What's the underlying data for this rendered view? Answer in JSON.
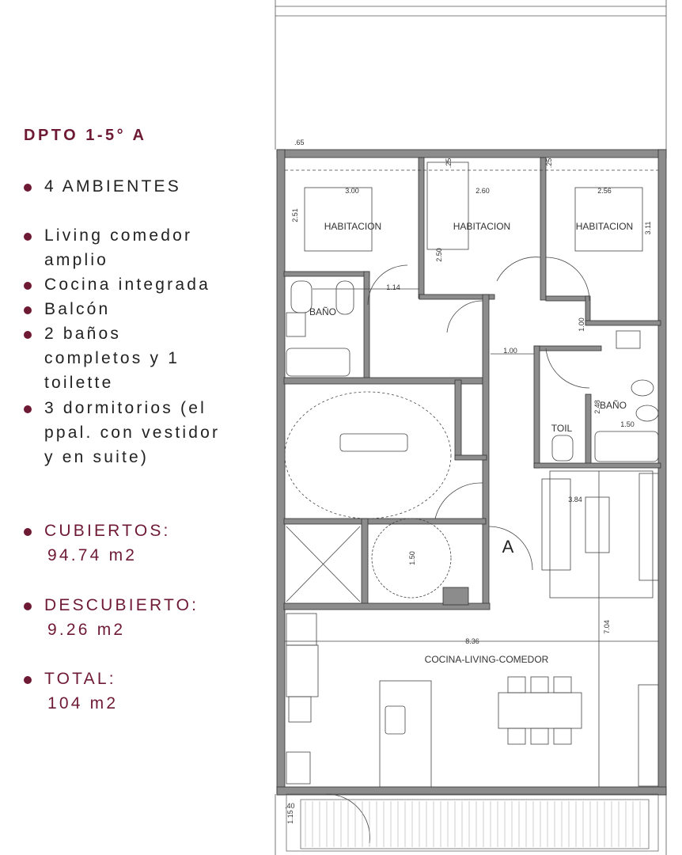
{
  "listing": {
    "title": "DPTO 1-5° A",
    "features": [
      [
        "4 AMBIENTES"
      ],
      [
        "Living comedor",
        "amplio"
      ],
      [
        "Cocina integrada"
      ],
      [
        "Balcón"
      ],
      [
        "2 baños",
        "completos y 1",
        "toilette"
      ],
      [
        "3 dormitorios (el",
        "ppal. con vestidor",
        "y en suite)"
      ]
    ],
    "areas": [
      {
        "label": "CUBIERTOS:",
        "value": "94.74 m2"
      },
      {
        "label": "DESCUBIERTO:",
        "value": "9.26 m2"
      },
      {
        "label": "TOTAL:",
        "value": "104 m2"
      }
    ],
    "accent_color": "#6e1a34"
  },
  "plan": {
    "rooms": {
      "bedroom1": "HABITACION",
      "bedroom2": "HABITACION",
      "bedroom3": "HABITACION",
      "bath1": "BAÑO",
      "bath2": "BAÑO",
      "toilet": "TOIL",
      "living": "COCINA-LIVING-COMEDOR",
      "unit": "A"
    },
    "dims": {
      "d065": ".65",
      "d300": "3.00",
      "d260": "2.60",
      "d256": "2.56",
      "d251": "2.51",
      "d250": "2.50",
      "d311": "3.11",
      "d114": "1.14",
      "d100a": "1.00",
      "d100b": "1.00",
      "d248": "2.48",
      "d150": "1.50",
      "d384": "3.84",
      "d704": "7.04",
      "d836": "8.36",
      "d150b": "1.50",
      "d040": ".40",
      "d115": "1.15",
      "d25a": ".25",
      "d25b": ".25"
    },
    "wall_color": "#8c8c8c"
  }
}
